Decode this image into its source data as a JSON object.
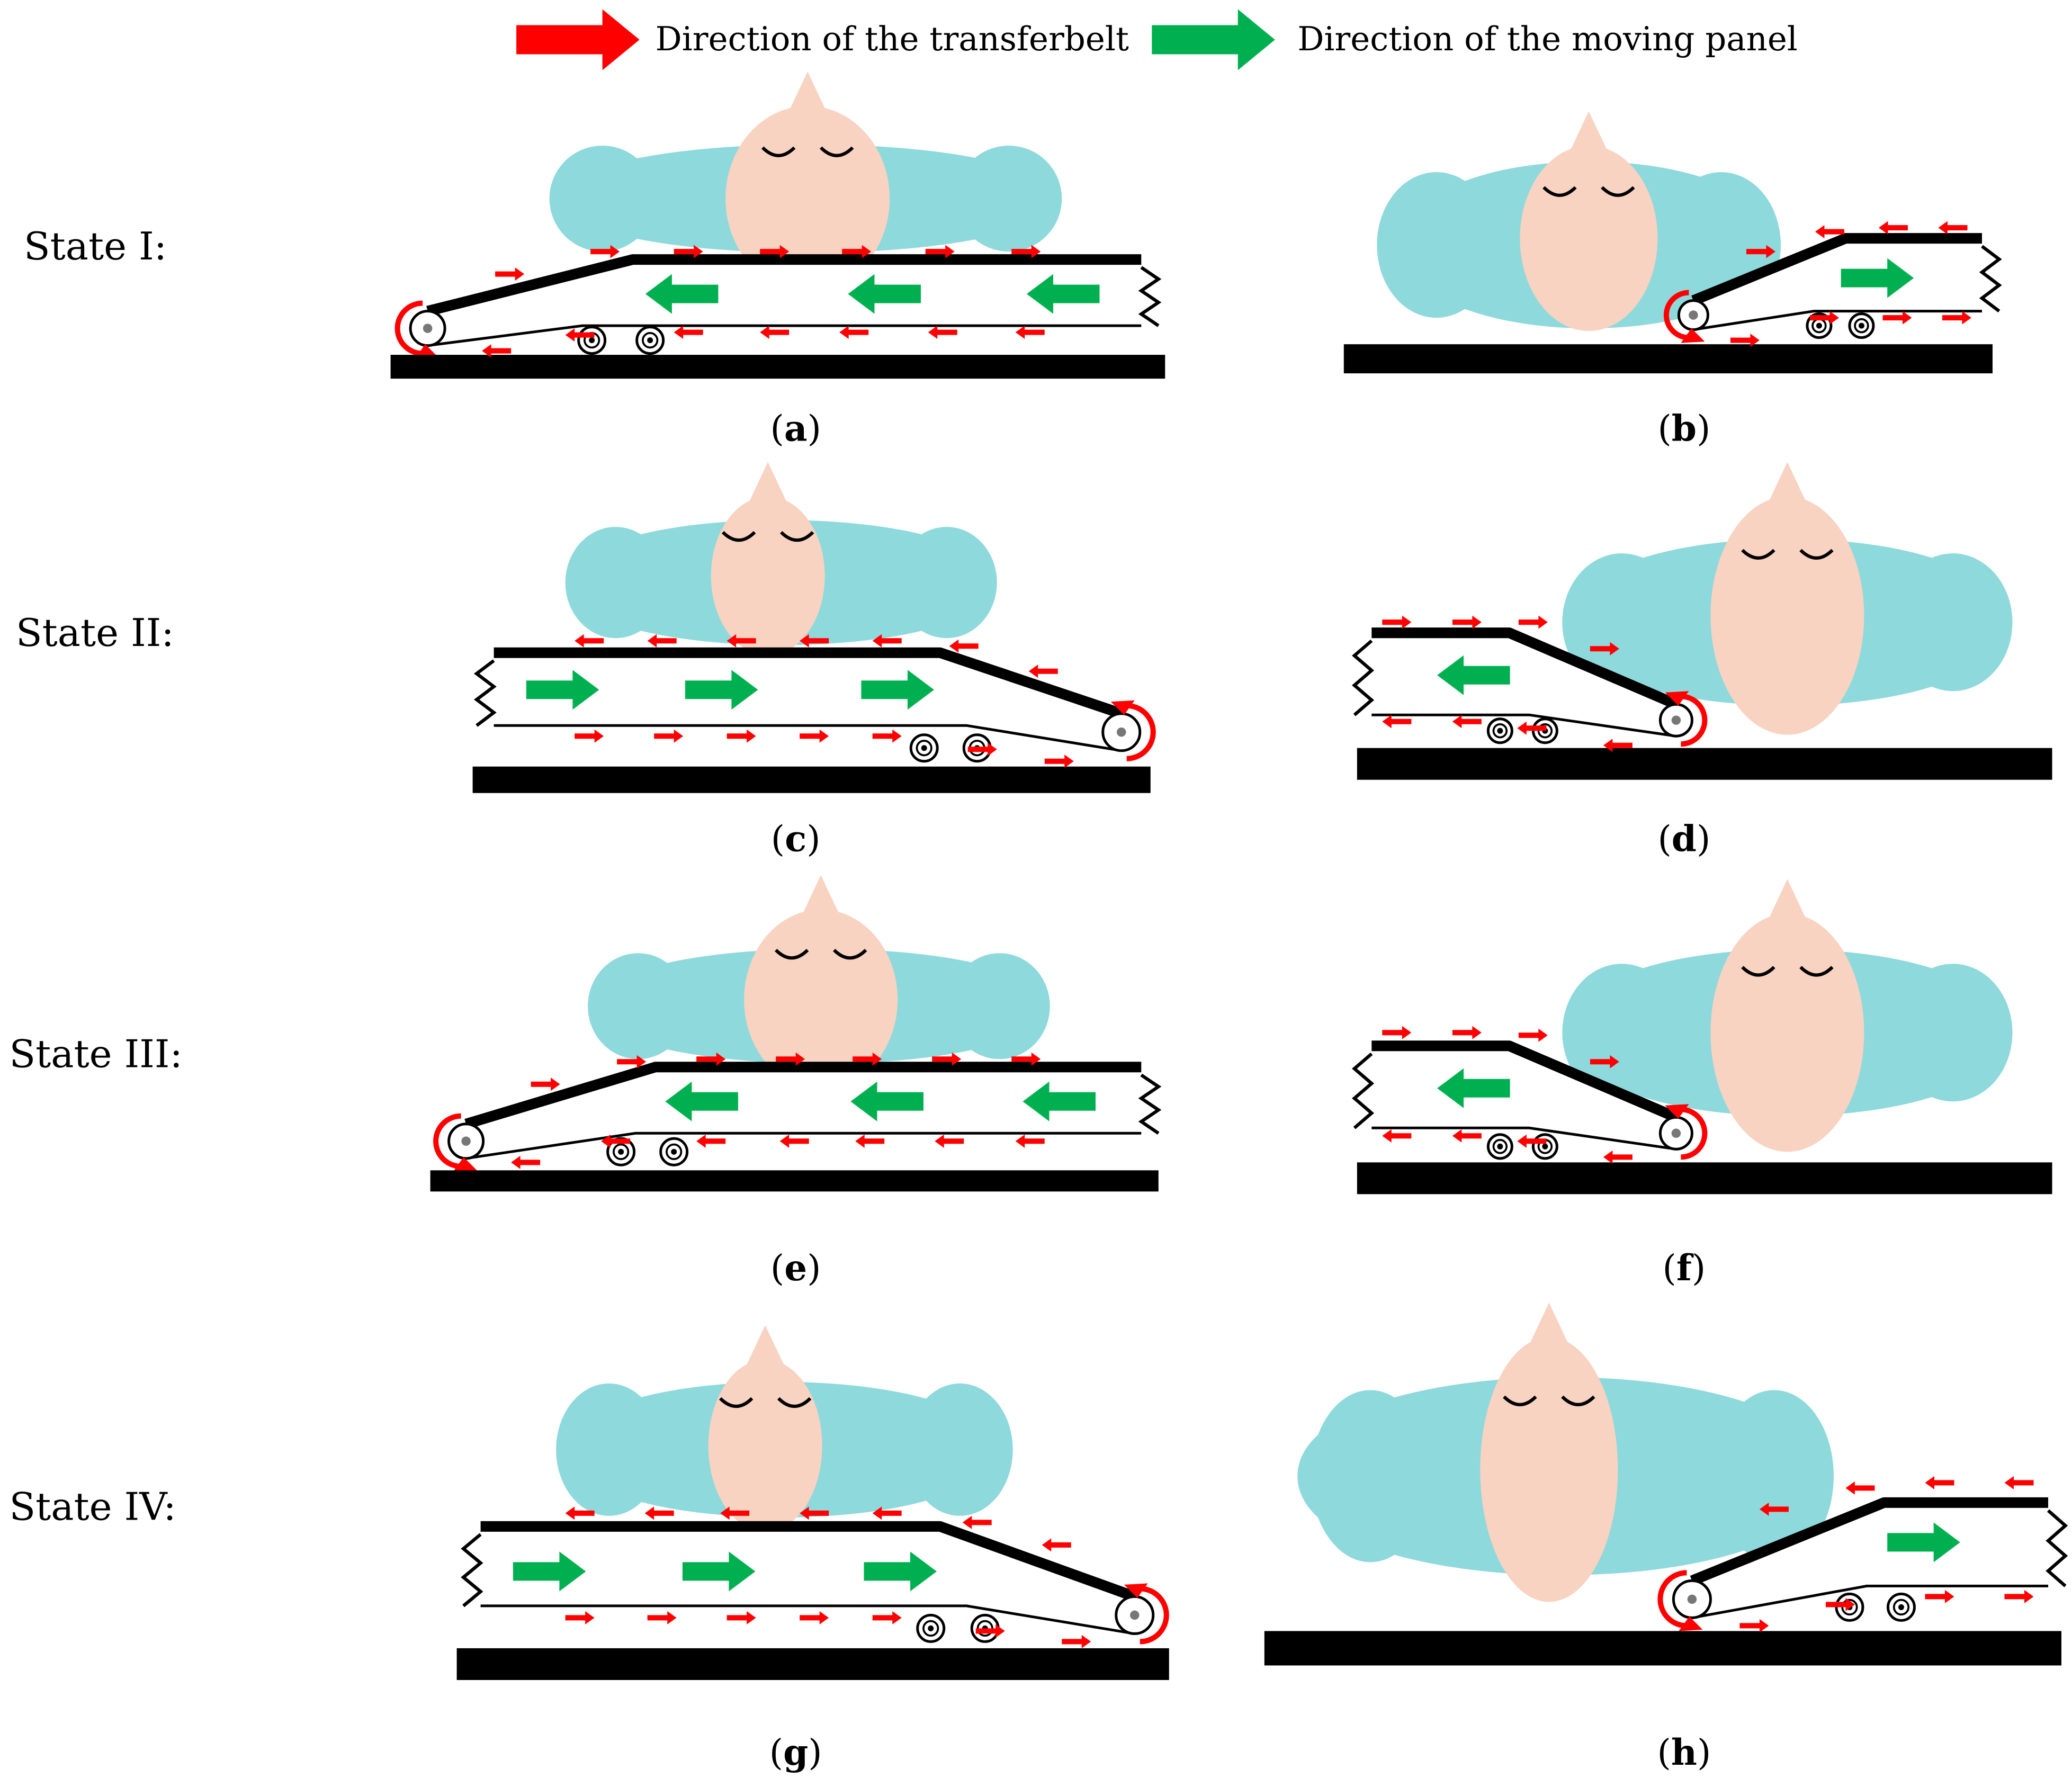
{
  "legend": {
    "belt_label": "Direction of the transferbelt",
    "panel_label": "Direction of the moving panel"
  },
  "colors": {
    "belt_arrow": "#ff0000",
    "panel_arrow": "#00b050",
    "body": "#8ed9dc",
    "head": "#f8d3c2",
    "ground": "#000000"
  },
  "states": [
    {
      "label": "State I:"
    },
    {
      "label": "State II:"
    },
    {
      "label": "State III:"
    },
    {
      "label": "State IV:"
    }
  ],
  "panels": [
    {
      "letter": "a"
    },
    {
      "letter": "b"
    },
    {
      "letter": "c"
    },
    {
      "letter": "d"
    },
    {
      "letter": "e"
    },
    {
      "letter": "f"
    },
    {
      "letter": "g"
    },
    {
      "letter": "h"
    }
  ]
}
